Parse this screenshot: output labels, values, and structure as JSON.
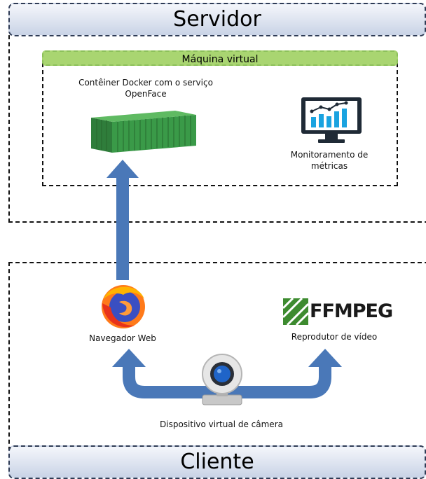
{
  "server": {
    "title": "Servidor"
  },
  "vm": {
    "title": "Máquina virtual"
  },
  "docker": {
    "label": "Contêiner Docker com o serviço OpenFace"
  },
  "metrics": {
    "label": "Monitoramento de métricas"
  },
  "browser": {
    "label": "Navegador Web"
  },
  "ffmpeg": {
    "logo_text": "FFMPEG",
    "label": "Reprodutor de vídeo"
  },
  "camera": {
    "label": "Dispositivo virtual de câmera"
  },
  "client": {
    "title": "Cliente"
  },
  "colors": {
    "arrow": "#4a78b8",
    "container": "#3a9a48",
    "vm_banner": "#a9d571",
    "ffmpeg_green": "#3d8b2f"
  }
}
